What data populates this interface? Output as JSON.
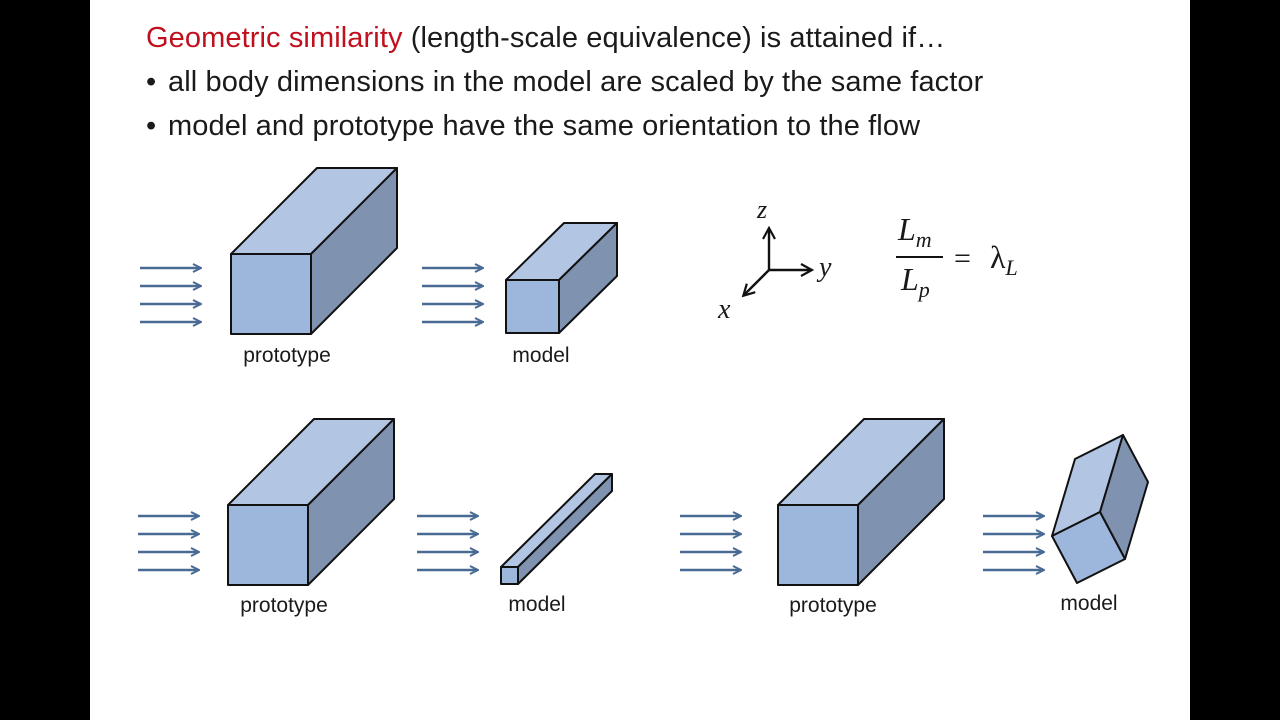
{
  "heading": {
    "highlight": "Geometric similarity",
    "rest": " (length-scale equivalence) is attained if…"
  },
  "bullets": [
    "all body dimensions in the model are scaled by the same factor",
    "model and prototype have the same orientation to the flow"
  ],
  "labels": {
    "prototype": "prototype",
    "model": "model"
  },
  "axes": {
    "z": "z",
    "y": "y",
    "x": "x"
  },
  "formula": {
    "numerator": "L",
    "numerator_sub": "m",
    "denominator": "L",
    "denominator_sub": "p",
    "equals": "=",
    "rhs": "λ",
    "rhs_sub": "L"
  },
  "colors": {
    "accent_red": "#c0101e",
    "box_front": "#9db6dc",
    "box_top": "#b2c6e4",
    "box_side": "#7f93b1",
    "flow_arrow": "#4a6a96"
  }
}
